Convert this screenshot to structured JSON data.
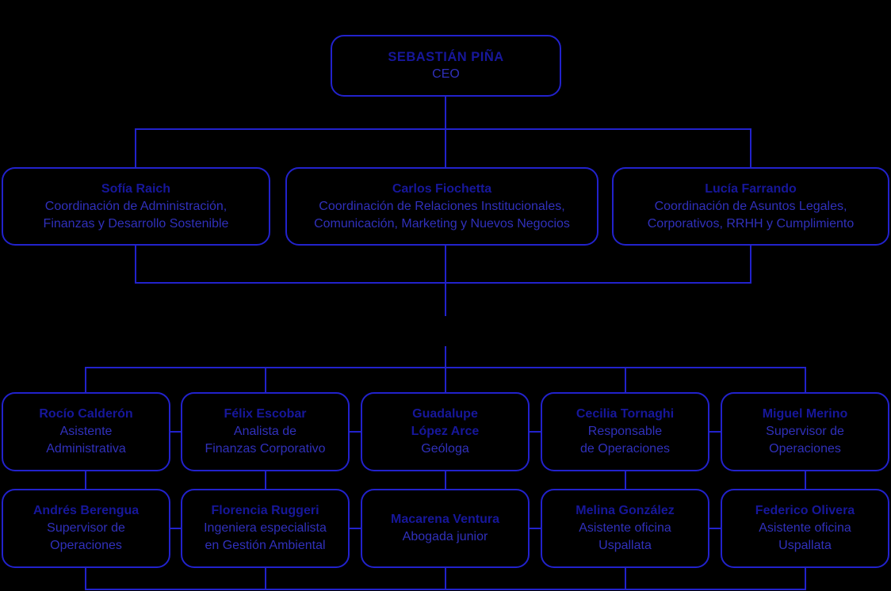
{
  "colors": {
    "background": "#000000",
    "line": "#2222cc",
    "name-text": "#17179b",
    "role-text": "#3030bb"
  },
  "org": {
    "ceo": {
      "name": "SEBASTIÁN PIÑA",
      "role": "CEO"
    },
    "level2": [
      {
        "name": "Sofía Raich",
        "role": "Coordinación de Administración, Finanzas y Desarrollo Sostenible"
      },
      {
        "name": "Carlos Fiochetta",
        "role": "Coordinación de Relaciones Institucionales, Comunicación, Marketing y Nuevos Negocios"
      },
      {
        "name": "Lucía Farrando",
        "role": "Coordinación de Asuntos Legales, Corporativos, RRHH y Cumplimiento"
      }
    ],
    "level3": [
      {
        "name": "Rocío Calderón",
        "role": "Asistente Administrativa"
      },
      {
        "name": "Félix Escobar",
        "role": "Analista de Finanzas Corporativo"
      },
      {
        "name": "Guadalupe López Arce",
        "role": "Geóloga"
      },
      {
        "name": "Cecilia Tornaghi",
        "role": "Responsable de Operaciones"
      },
      {
        "name": "Miguel Merino",
        "role": "Supervisor de Operaciones"
      }
    ],
    "level4": [
      {
        "name": "Andrés Berengua",
        "role": "Supervisor de Operaciones"
      },
      {
        "name": "Florencia Ruggeri",
        "role": "Ingeniera especialista en Gestión Ambiental"
      },
      {
        "name": "Macarena Ventura",
        "role": "Abogada junior"
      },
      {
        "name": "Melina González",
        "role": "Asistente oficina Uspallata"
      },
      {
        "name": "Federico Olivera",
        "role": "Asistente oficina Uspallata"
      }
    ]
  }
}
